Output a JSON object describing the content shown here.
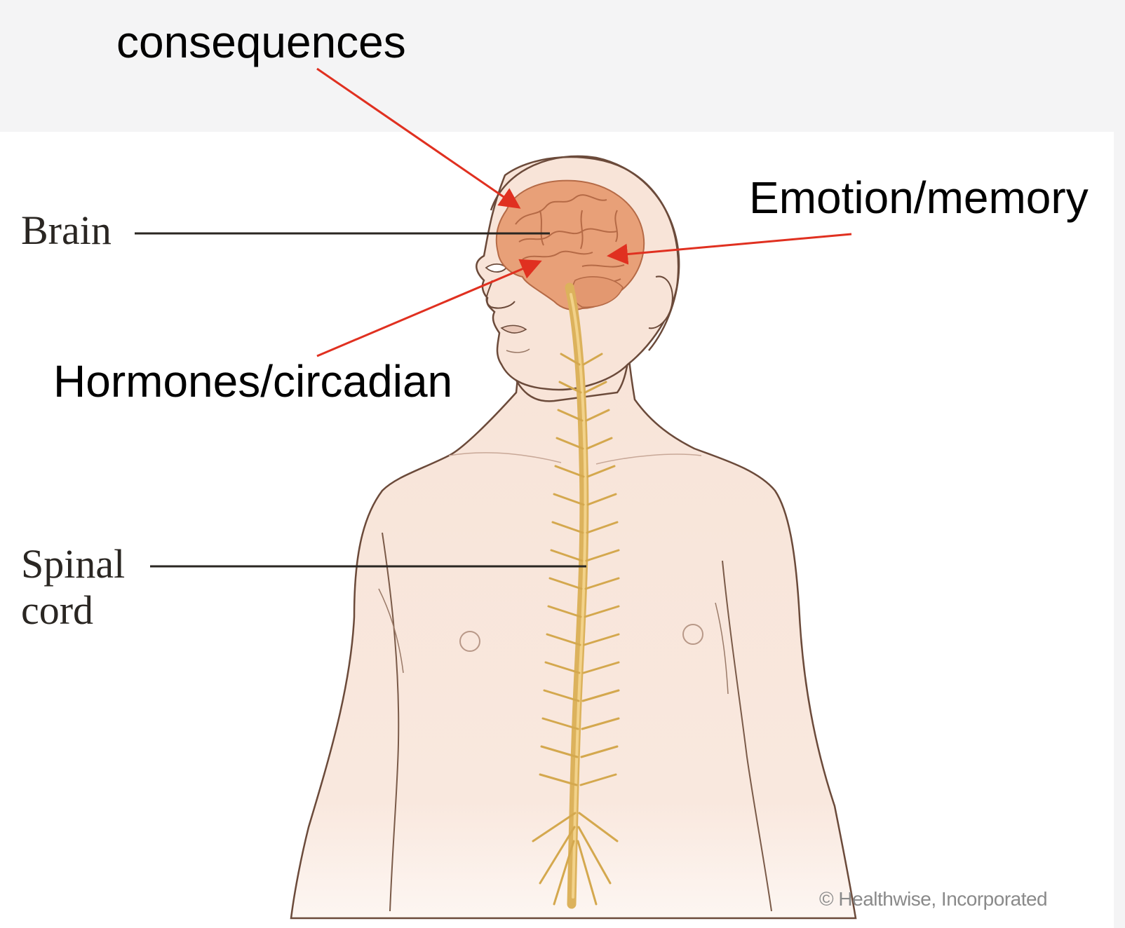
{
  "annotations": {
    "consequences": "consequences",
    "emotion_memory": "Emotion/memory",
    "hormones_circadian": "Hormones/circadian"
  },
  "figure_labels": {
    "brain": "Brain",
    "spinal_line1": "Spinal",
    "spinal_line2": "cord"
  },
  "credit": "© Healthwise, Incorporated",
  "colors": {
    "page_background": "#f4f4f5",
    "figure_background": "#ffffff",
    "skin": "#f8e4d8",
    "outline": "#6b4a3a",
    "brain": "#e8a078",
    "spinal_cord": "#dcb25c",
    "arrow": "#e03020",
    "leader_line": "#2a2622"
  }
}
